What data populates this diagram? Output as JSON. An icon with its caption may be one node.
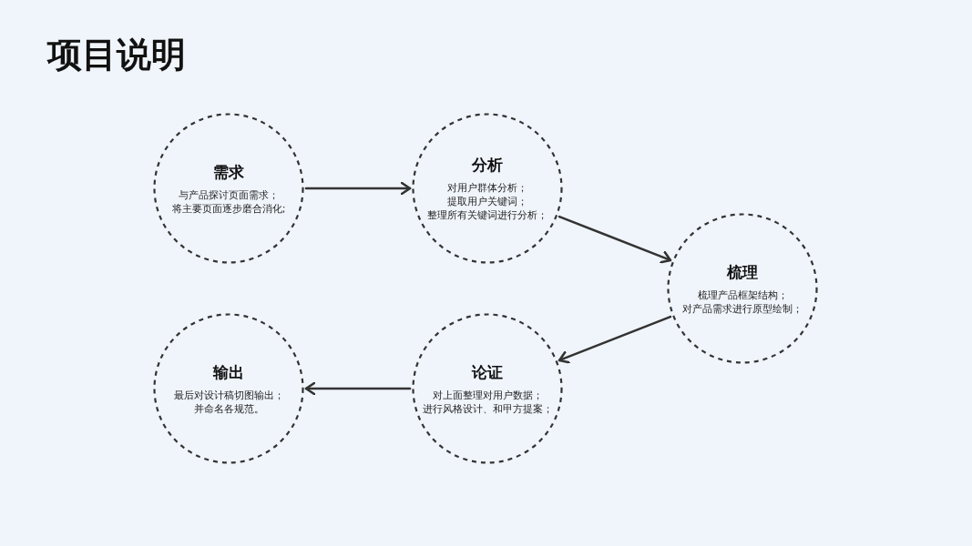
{
  "diagram": {
    "title": "项目说明",
    "nodes": [
      {
        "text": [
          "需求",
          "与产品探讨页面需求；",
          "将主要页面逐步磨合消化;"
        ]
      },
      {
        "text": [
          "分析",
          "对用户群体分析；",
          "提取用户关键词；",
          "整理所有关键词进行分析；"
        ]
      },
      {
        "text": [
          "梳理",
          "梳理产品框架结构；",
          "对产品需求进行原型绘制；"
        ]
      },
      {
        "text": [
          "论证",
          "对上面整理对用户数据；",
          "进行风格设计、和甲方提案；"
        ]
      },
      {
        "text": [
          "输出",
          "最后对设计稿切图输出；",
          "并命名各规范。"
        ]
      }
    ],
    "edges": [
      {
        "from": 0,
        "to": 1,
        "arrow": "to"
      },
      {
        "from": 1,
        "to": 2,
        "arrow": "to"
      },
      {
        "from": 2,
        "to": 3,
        "arrow": "to"
      },
      {
        "from": 3,
        "to": 4,
        "arrow": "to"
      }
    ]
  }
}
